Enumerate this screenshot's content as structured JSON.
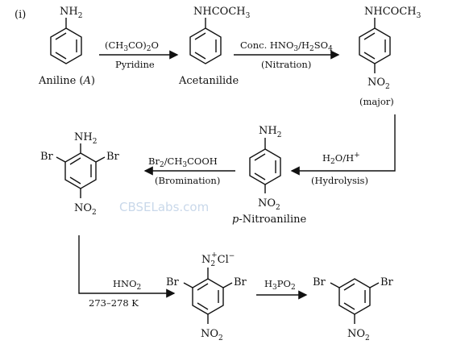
{
  "part": "(i)",
  "watermark": "CBSELabs.com",
  "compounds": {
    "aniline": {
      "group": "NH",
      "group_sub": "2",
      "name": "Aniline (",
      "name_italic": "A",
      "name_end": ")"
    },
    "acetanilide": {
      "group_a": "NHCOCH",
      "group_sub": "3",
      "name": "Acetanilide"
    },
    "p_nitroacetanilide": {
      "group_a": "NHCOCH",
      "group_sub": "3",
      "bottom": "NO",
      "bottom_sub": "2",
      "note": "(major)"
    },
    "p_nitroaniline": {
      "group": "NH",
      "group_sub": "2",
      "bottom": "NO",
      "bottom_sub": "2",
      "name_italic": "p",
      "name": "-Nitroaniline"
    },
    "dibromo_nitroaniline": {
      "group": "NH",
      "group_sub": "2",
      "left": "Br",
      "right": "Br",
      "bottom": "NO",
      "bottom_sub": "2"
    },
    "diazonium_salt": {
      "group": "N",
      "group_sub": "2",
      "group_sup": "+",
      "counter_ion": "Cl",
      "counter_sup": "−",
      "left": "Br",
      "right": "Br",
      "bottom": "NO",
      "bottom_sub": "2"
    },
    "dibromo_nitrobenzene": {
      "left": "Br",
      "right": "Br",
      "bottom": "NO",
      "bottom_sub": "2"
    }
  },
  "steps": [
    {
      "top": "(CH",
      "top_sub": "3",
      "top_b": "CO)",
      "top_sub2": "2",
      "top_c": "O",
      "bottom": "Pyridine"
    },
    {
      "top": "Conc. HNO",
      "top_sub": "3",
      "top_b": "/H",
      "top_sub2": "2",
      "top_c": "SO",
      "top_sub3": "4",
      "bottom": "(Nitration)"
    },
    {
      "top": "H",
      "top_sub": "2",
      "top_b": "O/H",
      "top_sup": "+",
      "bottom": "(Hydrolysis)"
    },
    {
      "top": "Br",
      "top_sub": "2",
      "top_b": "/CH",
      "top_sub2": "3",
      "top_c": "COOH",
      "bottom": "(Bromination)"
    },
    {
      "top": "HNO",
      "top_sub": "2",
      "bottom": "273–278 K"
    },
    {
      "top": "H",
      "top_sub": "3",
      "top_b": "PO",
      "top_sub2": "2",
      "bottom": ""
    }
  ]
}
